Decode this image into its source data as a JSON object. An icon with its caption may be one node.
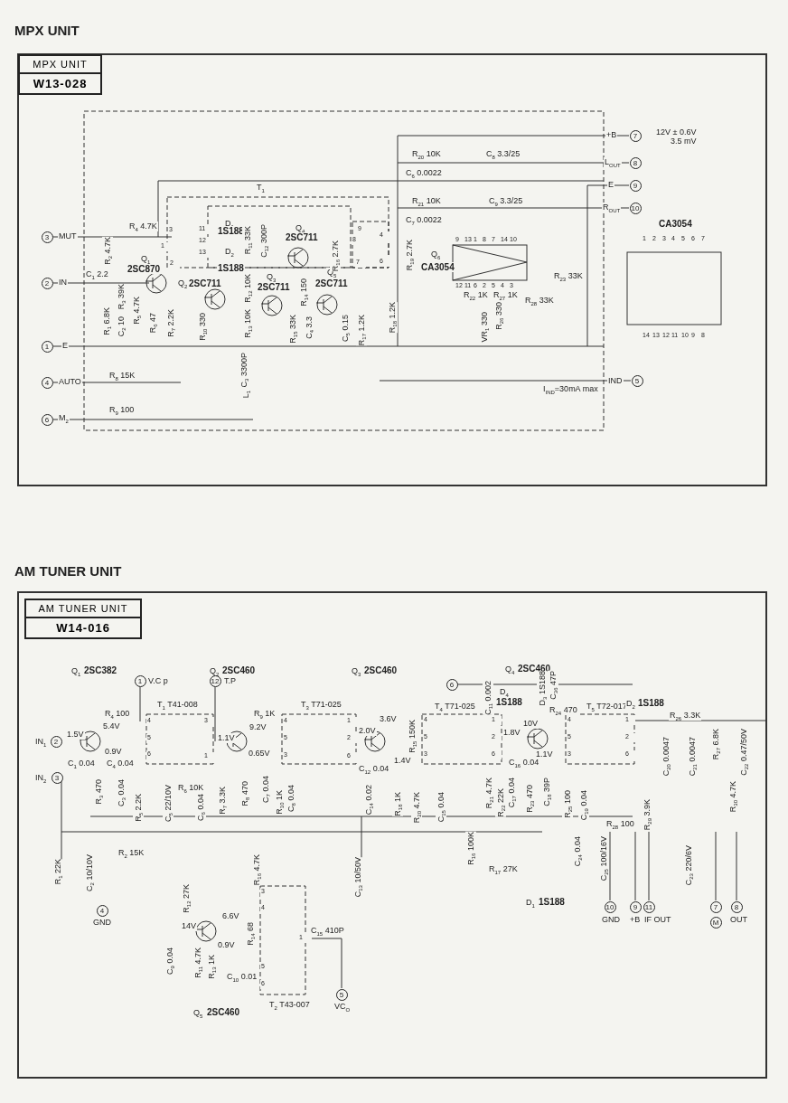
{
  "diagram": {
    "nodes": [
      {
        "text": [
          "MPX UNIT",
          "W13-028"
        ]
      },
      {
        "text": [
          "AM TUNER UNIT",
          "W14-016"
        ]
      }
    ],
    "edges": [],
    "labels": [
      "MPX UNIT",
      "3",
      "MUT",
      "2",
      "IN",
      "1",
      "E",
      "4",
      "AUTO",
      "6",
      "M$_{2}$",
      "R$_{4}$ 4.7K",
      "R$_{2}$ 4.7K",
      "Q$_{1}$",
      "2SC870",
      "C$_{1}$ 2.2",
      "R$_{3}$ 39K",
      "R$_{5}$ 4.7K",
      "R$_{1}$ 6.8K",
      "C$_{2}$ 10",
      "R$_{6}$ 47",
      "R$_{7}$ 2.2K",
      "Q$_{2}$",
      "2SC711",
      "R$_{10}$ 330",
      "D$_{1}$",
      "1S188",
      "D$_{2}$",
      "1S188",
      "R$_{11}$ 33K",
      "C$_{12}$ 300P",
      "T$_{1}$",
      "Q$_{4}$",
      "2SC711",
      "R$_{12}$ 10K",
      "Q$_{3}$",
      "2SC711",
      "R$_{13}$ 10K",
      "R$_{14}$ 150",
      "Q$_{5}$",
      "2SC711",
      "R$_{16}$ 2.7K",
      "R$_{15}$ 33K",
      "C$_{4}$ 3.3",
      "C$_{5}$ 0.15",
      "R$_{17}$ 1.2K",
      "R$_{18}$ 1.2K",
      "C$_{3}$ 3300P",
      "L$_{1}$",
      "R$_{8}$ 15K",
      "R$_{9}$ 100",
      "3",
      "11",
      "1",
      "12",
      "2",
      "13",
      "9",
      "8",
      "4",
      "7",
      "6",
      "R$_{20}$ 10K",
      "C$_{6}$ 0.0022",
      "C$_{8}$ 3.3/25",
      "+B",
      "7",
      "12V ± 0.6V",
      "3.5 mV",
      "L$_{OUT}$",
      "8",
      "E",
      "9",
      "R$_{21}$ 10K",
      "C$_{9}$ 3.3/25",
      "C$_{7}$ 0.0022",
      "R$_{OUT}$",
      "10",
      "R$_{19}$ 2.7K",
      "Q$_{6}$",
      "CA3054",
      "9",
      "13",
      "1",
      "8",
      "7",
      "14",
      "10",
      "12",
      "11",
      "6",
      "2",
      "5",
      "4",
      "3",
      "R$_{23}$ 33K",
      "R$_{28}$ 33K",
      "R$_{22}$ 1K",
      "R$_{27}$ 1K",
      "VR$_{1}$ 330",
      "R$_{26}$ 330",
      "IND",
      "5",
      "I$_{IND}$=30mA max",
      "CA3054",
      "1",
      "2",
      "3",
      "4",
      "5",
      "6",
      "7",
      "14",
      "13",
      "12",
      "11",
      "10",
      "9",
      "8",
      "AM TUNER UNIT",
      "Q$_{1}$",
      "2SC382",
      "1",
      "V.C p",
      "Q$_{2}$",
      "2SC460",
      "12",
      "T.P",
      "Q$_{3}$",
      "2SC460",
      "T$_{1}$ T41-008",
      "R$_{4}$ 100",
      "5.4V",
      "IN$_{1}$",
      "2",
      "1.5V",
      "0.9V",
      "C$_{1}$ 0.04",
      "C$_{4}$ 0.04",
      "IN$_{2}$",
      "3",
      "R$_{3}$ 470",
      "C$_{3}$ 0.04",
      "R$_{5}$ 2.2K",
      "C$_{5}$ 22/10V",
      "R$_{6}$ 10K",
      "C$_{6}$ 0.04",
      "R$_{7}$ 3.3K",
      "1.1V",
      "9.2V",
      "0.65V",
      "R$_{9}$ 1K",
      "T$_{3}$ T71-025",
      "R$_{8}$ 470",
      "C$_{7}$ 0.04",
      "R$_{10}$ 1K",
      "C$_{8}$ 0.04",
      "C$_{12}$ 0.04",
      "2.0V",
      "3.6V",
      "C$_{14}$ 0.02",
      "1.4V",
      "Q$_{4}$",
      "2SC460",
      "6",
      "C$_{11}$ 0.002",
      "D$_{4}$",
      "1S188",
      "D$_{3}$ 1S188",
      "C$_{36}$ 47P",
      "T$_{4}$ T71-025",
      "R$_{15}$ 150K",
      "1.8V",
      "10V",
      "1.1V",
      "R$_{24}$ 470",
      "T$_{5}$ T72-017",
      "D$_{2}$",
      "1S188",
      "R$_{26}$ 3.3K",
      "C$_{20}$ 0.0047",
      "C$_{21}$ 0.0047",
      "R$_{27}$ 6.8K",
      "C$_{22}$ 0.47/50V",
      "C$_{16}$ 0.04",
      "R$_{18}$ 1K",
      "R$_{20}$ 4.7K",
      "C$_{15}$ 0.04",
      "R$_{21}$ 4.7K",
      "R$_{22}$ 22K",
      "C$_{17}$ 0.04",
      "R$_{23}$ 470",
      "C$_{18}$ 39P",
      "R$_{25}$ 100",
      "C$_{19}$ 0.04",
      "R$_{29}$ 3.9K",
      "R$_{30}$ 4.7K",
      "R$_{1}$ 22K",
      "C$_{2}$ 10/10V",
      "R$_{2}$ 15K",
      "4",
      "GND",
      "R$_{12}$ 27K",
      "R$_{16}$ 4.7K",
      "C$_{13}$ 10/50V",
      "6.6V",
      "14V",
      "0.9V",
      "C$_{9}$ 0.04",
      "R$_{11}$ 4.7K",
      "R$_{13}$ 1K",
      "C$_{10}$ 0.01",
      "R$_{14}$ 68",
      "C$_{15}$ 410P",
      "T$_{2}$ T43-007",
      "5",
      "VC$_{O}$",
      "Q$_{5}$",
      "2SC460",
      "R$_{16}$ 100K",
      "R$_{17}$ 27K",
      "R$_{28}$ 100",
      "C$_{24}$ 0.04",
      "C$_{25}$ 100/16V",
      "D$_{1}$",
      "1S188",
      "10",
      "GND",
      "9",
      "+B",
      "11",
      "IF OUT",
      "C$_{23}$ 220/6V",
      "7",
      "M",
      "8",
      "OUT",
      "4",
      "5",
      "6",
      "3",
      "1",
      "4",
      "5",
      "3",
      "1",
      "2",
      "6",
      "4",
      "5",
      "3",
      "1",
      "2",
      "6",
      "4",
      "5",
      "3",
      "1",
      "2",
      "6",
      "3",
      "4",
      "1",
      "5",
      "6"
    ]
  }
}
